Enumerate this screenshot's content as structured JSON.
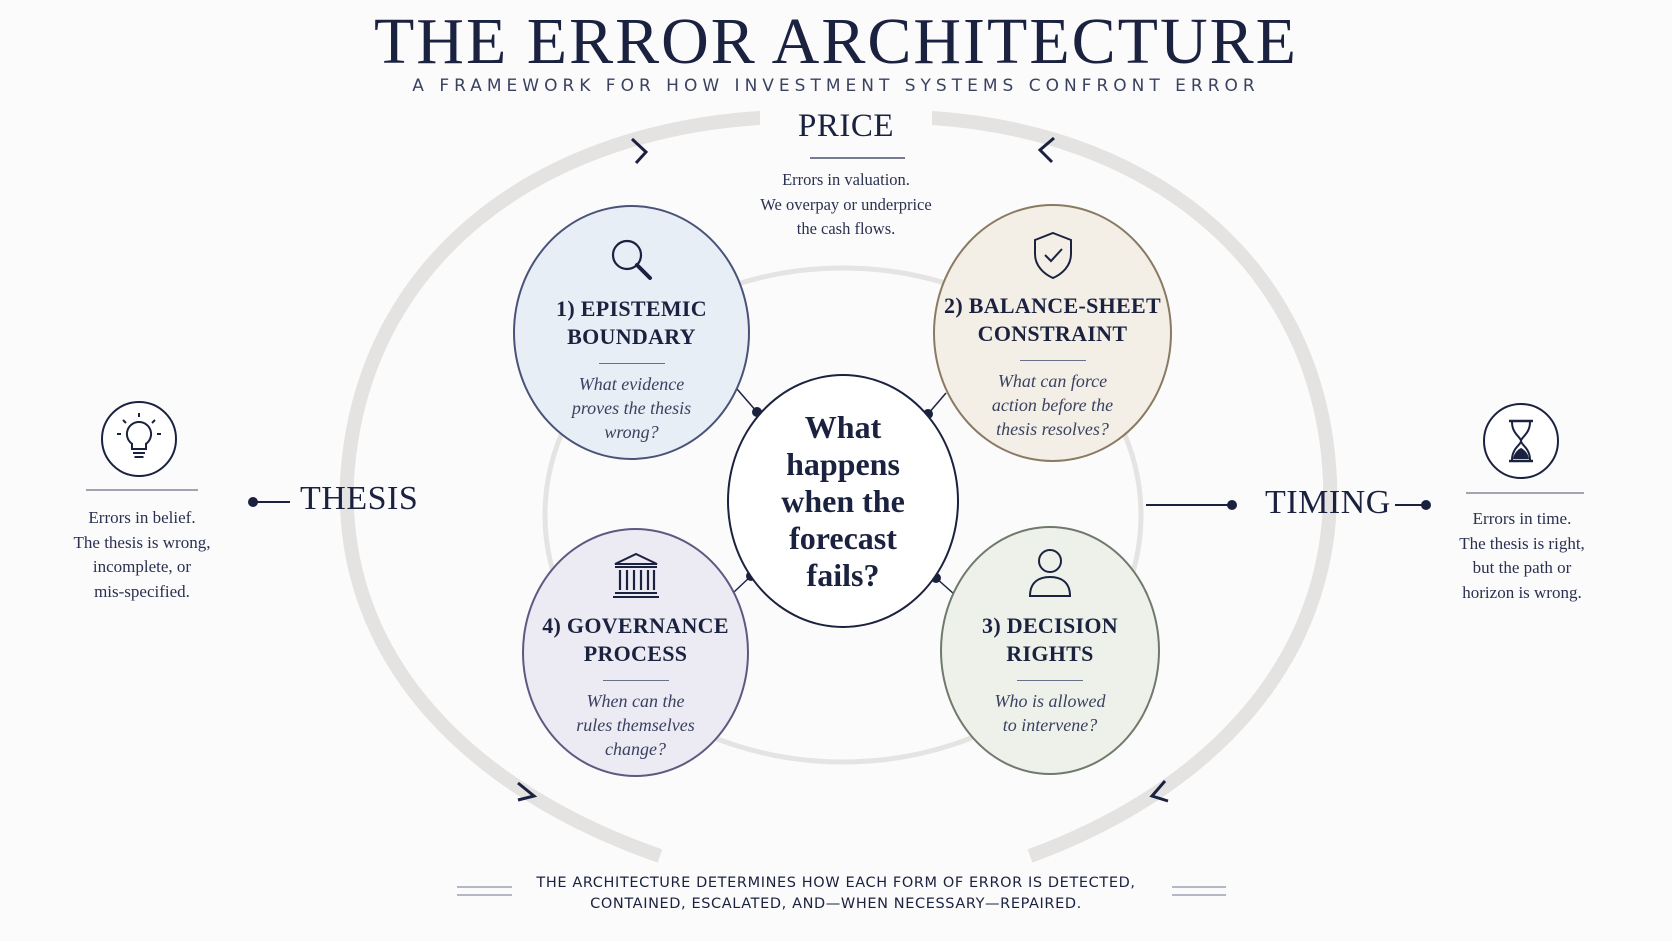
{
  "header": {
    "title": "THE ERROR ARCHITECTURE",
    "subtitle": "A FRAMEWORK FOR HOW INVESTMENT SYSTEMS CONFRONT ERROR"
  },
  "price": {
    "label": "PRICE",
    "description": "Errors in valuation.\nWe overpay  or underprice\nthe cash flows."
  },
  "thesis": {
    "label": "THESIS",
    "description": "Errors in belief.\nThe thesis is wrong,\nincomplete, or\nmis-specified.",
    "icon": "lightbulb-icon"
  },
  "timing": {
    "label": "TIMING",
    "description": "Errors in time.\nThe thesis is right,\nbut the path or\nhorizon is wrong.",
    "icon": "hourglass-icon"
  },
  "center": {
    "question": "What\nhappens\nwhen the\nforecast\nfails?"
  },
  "nodes": [
    {
      "title": "1) EPISTEMIC\nBOUNDARY",
      "question": "What evidence\nproves the thesis\nwrong?",
      "icon": "magnifier-icon",
      "fill": "#e7eef6",
      "stroke": "#4a5277"
    },
    {
      "title": "2) BALANCE-SHEET\nCONSTRAINT",
      "question": "What can force\naction before the\nthesis resolves?",
      "icon": "shield-check-icon",
      "fill": "#f3efe6",
      "stroke": "#8a7a62"
    },
    {
      "title": "3) DECISION\nRIGHTS",
      "question": "Who is allowed\nto intervene?",
      "icon": "person-icon",
      "fill": "#eef1ea",
      "stroke": "#6f7a6c"
    },
    {
      "title": "4) GOVERNANCE\nPROCESS",
      "question": "When can the\nrules themselves\nchange?",
      "icon": "institution-icon",
      "fill": "#eceaf3",
      "stroke": "#5c5a82"
    }
  ],
  "footer": {
    "text": "THE ARCHITECTURE DETERMINES HOW EACH FORM OF ERROR IS DETECTED,\nCONTAINED, ESCALATED, AND—WHEN NECESSARY—REPAIRED."
  },
  "colors": {
    "ink": "#1b2240",
    "ring": "#e2e1df"
  }
}
